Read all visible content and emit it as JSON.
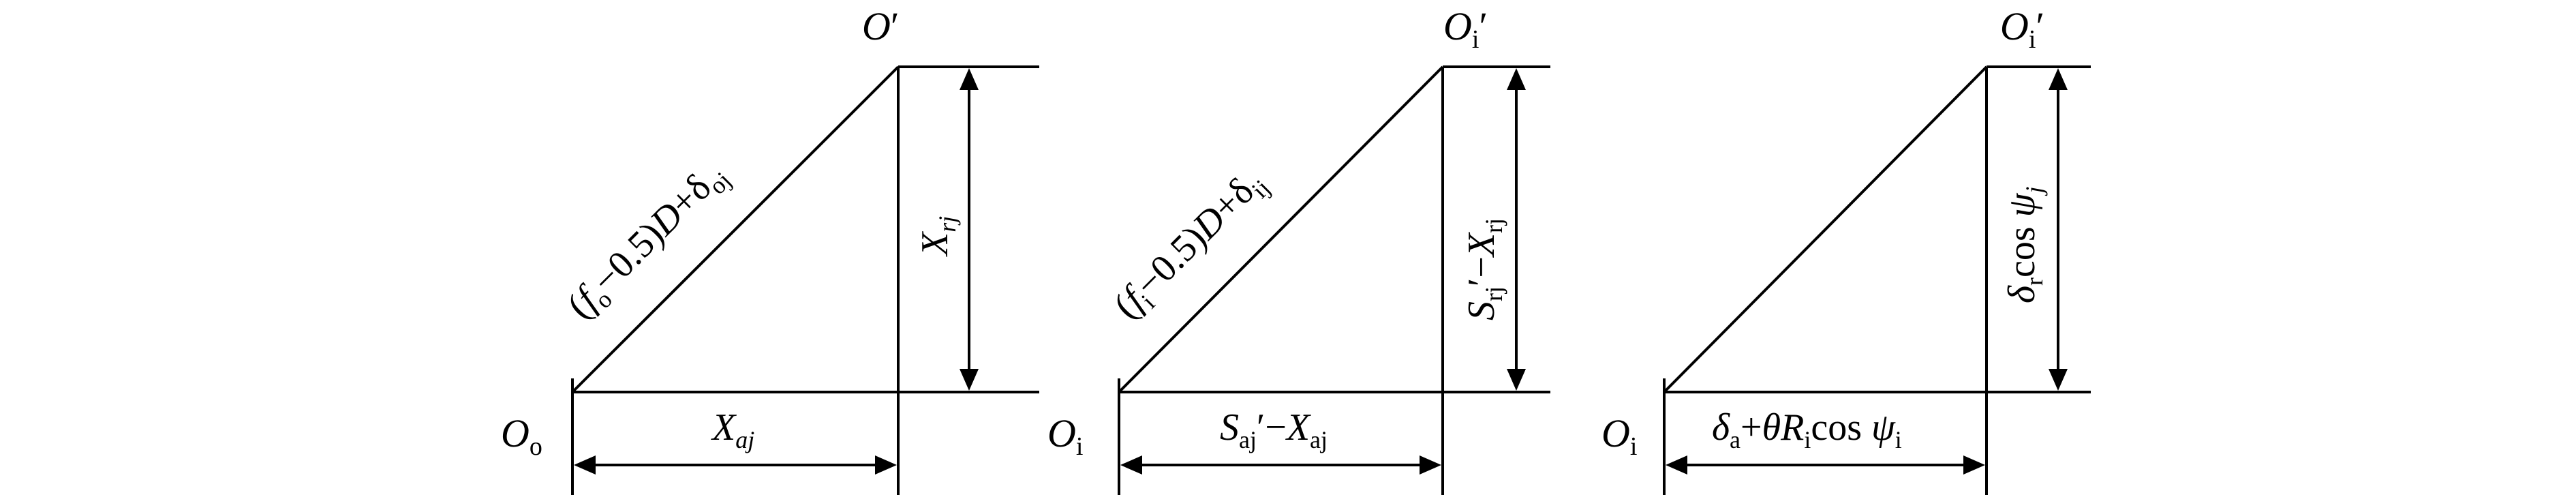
{
  "triangles": [
    {
      "origin": {
        "main": "O",
        "sub": "o"
      },
      "apex": {
        "main": "O",
        "prime": "′"
      },
      "hypotenuse": {
        "p1": "(",
        "f": "f",
        "fsub": "o",
        "mid": "−0.5)",
        "D": "D",
        "plus": "+δ",
        "dsub": "oj"
      },
      "vertical": {
        "t1": "X",
        "s1": "rj"
      },
      "base": {
        "t1": "X",
        "s1": "aj"
      }
    },
    {
      "origin": {
        "main": "O",
        "sub": "i"
      },
      "apex": {
        "main": "O",
        "sub": "i",
        "prime": "′"
      },
      "hypotenuse": {
        "p1": "(",
        "f": "f",
        "fsub": "i",
        "mid": "−0.5)",
        "D": "D",
        "plus": "+δ",
        "dsub": "ij"
      },
      "vertical": {
        "t1": "S",
        "s1": "rj",
        "mid": "′−",
        "t2": "X",
        "s2": "rj"
      },
      "base": {
        "t1": "S",
        "s1": "aj",
        "mid": "′−",
        "t2": "X",
        "s2": "aj"
      }
    },
    {
      "origin": {
        "main": "O",
        "sub": "i"
      },
      "apex": {
        "main": "O",
        "sub": "i",
        "prime": "′"
      },
      "vertical": {
        "d": "δ",
        "dsub": "r",
        "cos": "cos ",
        "psi": "ψ",
        "psub": "j"
      },
      "base": {
        "d": "δ",
        "dsub": "a",
        "plus": "+",
        "theta": "θ",
        "R": "R",
        "rsub": "i",
        "cos": "cos ",
        "psi": "ψ",
        "psub": "i"
      }
    }
  ]
}
